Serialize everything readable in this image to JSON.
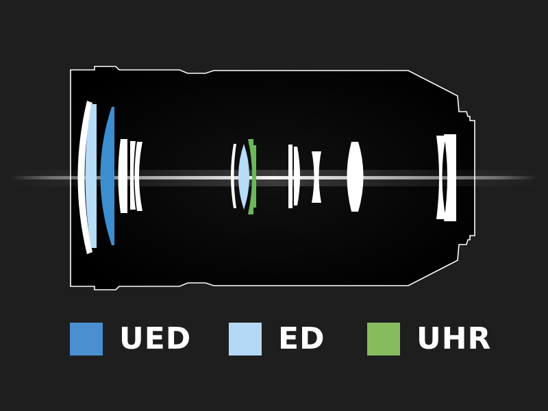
{
  "colors": {
    "background": "#1e1e1e",
    "lens_outline": "#ffffff",
    "standard_element": "#ffffff",
    "ued": "#3b8fd1",
    "ed": "#b6dcf8",
    "uhr": "#6ab85a"
  },
  "legend": [
    {
      "label": "UED",
      "color": "#4a8fcf"
    },
    {
      "label": "ED",
      "color": "#b4d9f6"
    },
    {
      "label": "UHR",
      "color": "#86bc5e"
    }
  ]
}
